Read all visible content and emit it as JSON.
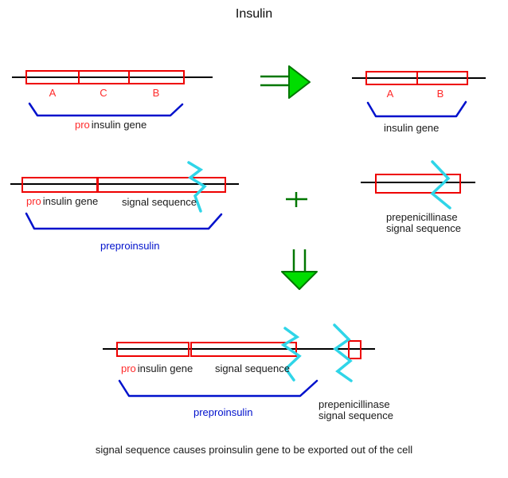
{
  "title": "Insulin",
  "colors": {
    "red": "#ee0000",
    "text_red": "#ff2a2a",
    "blue": "#0011cc",
    "cyan": "#2fd5e8",
    "green": "#00dd00",
    "green_dark": "#007700"
  },
  "top_left": {
    "segments": [
      "A",
      "C",
      "B"
    ],
    "pro": "pro",
    "gene": "insulin gene"
  },
  "top_right": {
    "segments": [
      "A",
      "B"
    ],
    "label": "insulin gene"
  },
  "mid_left": {
    "pro": "pro",
    "gene": "insulin gene",
    "signal": "signal sequence",
    "brace": "preproinsulin"
  },
  "mid_right": {
    "line1": "prepenicillinase",
    "line2": "signal sequence"
  },
  "bottom": {
    "pro": "pro",
    "gene": "insulin gene",
    "signal": "signal sequence",
    "brace": "preproinsulin",
    "right_line1": "prepenicillinase",
    "right_line2": "signal sequence"
  },
  "caption": "signal sequence causes proinsulin gene to be exported out of the cell"
}
